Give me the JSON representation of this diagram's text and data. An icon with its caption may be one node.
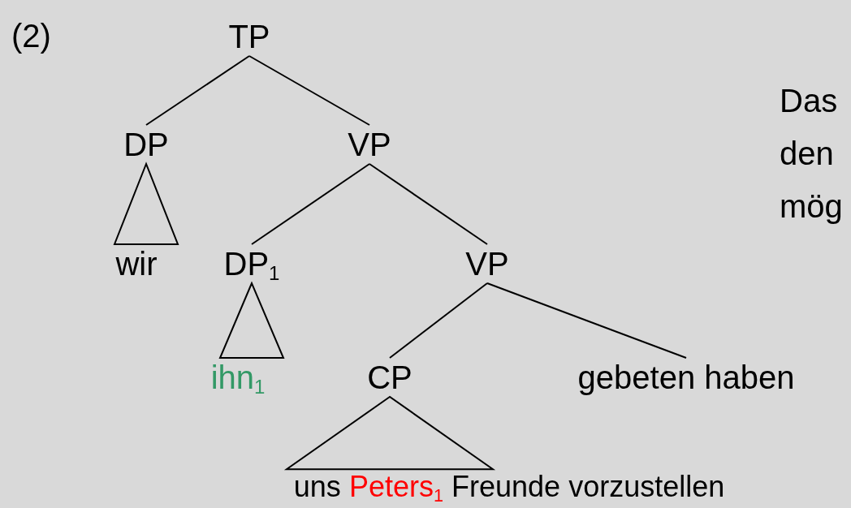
{
  "diagram": {
    "nodes": [
      {
        "text": [
          "TP"
        ]
      },
      {
        "text": [
          "DP"
        ]
      },
      {
        "text": [
          "VP"
        ]
      },
      {
        "text": [
          "wir"
        ]
      },
      {
        "text": [
          "DP$_{1}$"
        ]
      },
      {
        "text": [
          "VP"
        ]
      },
      {
        "text": [
          "ihn$_{1}$"
        ]
      },
      {
        "text": [
          "CP"
        ]
      },
      {
        "text": [
          "gebeten haben"
        ]
      },
      {
        "text": [
          "uns",
          "Peters$_{1}$",
          "Freunde vorzustellen"
        ]
      }
    ],
    "edges": [
      {
        "from": 0,
        "to": 1,
        "arrow": "none"
      },
      {
        "from": 0,
        "to": 2,
        "arrow": "none"
      },
      {
        "from": 1,
        "to": 3,
        "arrow": "none"
      },
      {
        "from": 2,
        "to": 4,
        "arrow": "none"
      },
      {
        "from": 2,
        "to": 5,
        "arrow": "none"
      },
      {
        "from": 4,
        "to": 6,
        "arrow": "none"
      },
      {
        "from": 5,
        "to": 7,
        "arrow": "none"
      },
      {
        "from": 5,
        "to": 8,
        "arrow": "none"
      },
      {
        "from": 7,
        "to": 9,
        "arrow": "none"
      }
    ],
    "labels": [
      "(2)",
      "Das",
      "den",
      "mög"
    ]
  }
}
